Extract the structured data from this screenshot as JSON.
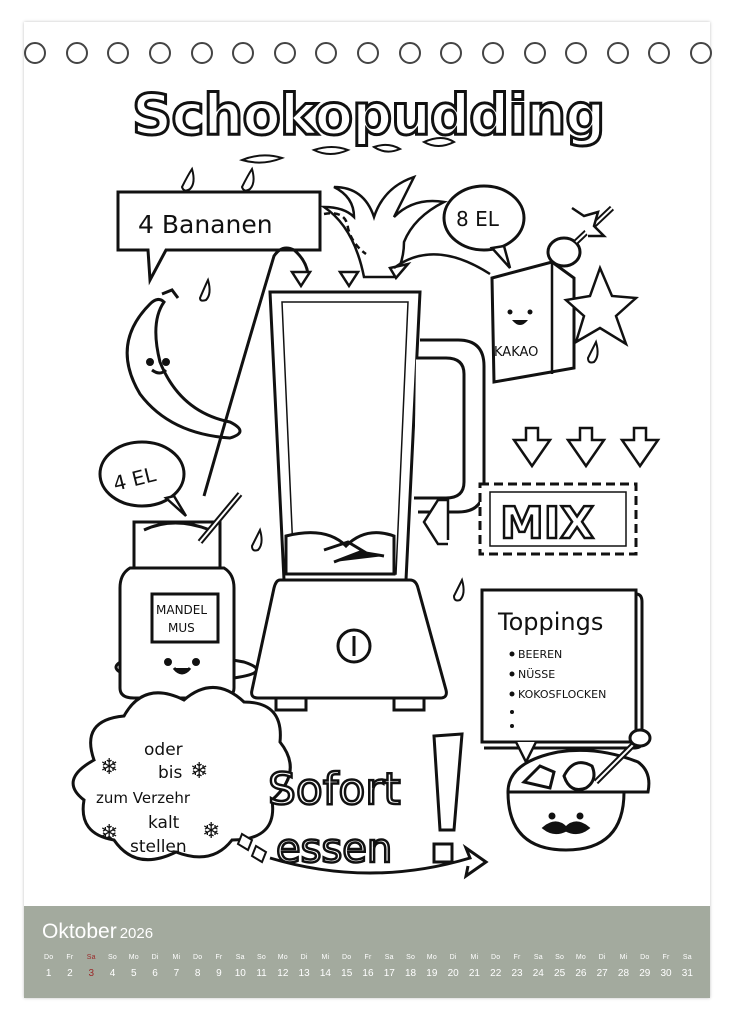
{
  "rings_count": 17,
  "illustration": {
    "title": "Schokopudding",
    "banana_bubble": "4 Bananen",
    "cocoa_bubble": "8 EL",
    "cocoa_box": "KAKAO",
    "almond_bubble": "4 EL",
    "almond_jar": [
      "MANDEL",
      "MUS"
    ],
    "mix": "MIX",
    "toppings_title": "Toppings",
    "toppings": [
      "BEEREN",
      "NÜSSE",
      "KOKOSFLOCKEN"
    ],
    "cloud": [
      "oder",
      "bis",
      "zum Verzehr",
      "kalt",
      "stellen"
    ],
    "eat_now": [
      "Sofort",
      "essen"
    ]
  },
  "calendar": {
    "month": "Oktober",
    "year": "2026",
    "days": [
      {
        "dn": "Do",
        "d": "1"
      },
      {
        "dn": "Fr",
        "d": "2"
      },
      {
        "dn": "Sa",
        "d": "3",
        "holiday": true
      },
      {
        "dn": "So",
        "d": "4"
      },
      {
        "dn": "Mo",
        "d": "5"
      },
      {
        "dn": "Di",
        "d": "6"
      },
      {
        "dn": "Mi",
        "d": "7"
      },
      {
        "dn": "Do",
        "d": "8"
      },
      {
        "dn": "Fr",
        "d": "9"
      },
      {
        "dn": "Sa",
        "d": "10"
      },
      {
        "dn": "So",
        "d": "11"
      },
      {
        "dn": "Mo",
        "d": "12"
      },
      {
        "dn": "Di",
        "d": "13"
      },
      {
        "dn": "Mi",
        "d": "14"
      },
      {
        "dn": "Do",
        "d": "15"
      },
      {
        "dn": "Fr",
        "d": "16"
      },
      {
        "dn": "Sa",
        "d": "17"
      },
      {
        "dn": "So",
        "d": "18"
      },
      {
        "dn": "Mo",
        "d": "19"
      },
      {
        "dn": "Di",
        "d": "20"
      },
      {
        "dn": "Mi",
        "d": "21"
      },
      {
        "dn": "Do",
        "d": "22"
      },
      {
        "dn": "Fr",
        "d": "23"
      },
      {
        "dn": "Sa",
        "d": "24"
      },
      {
        "dn": "So",
        "d": "25"
      },
      {
        "dn": "Mo",
        "d": "26"
      },
      {
        "dn": "Di",
        "d": "27"
      },
      {
        "dn": "Mi",
        "d": "28"
      },
      {
        "dn": "Do",
        "d": "29"
      },
      {
        "dn": "Fr",
        "d": "30"
      },
      {
        "dn": "Sa",
        "d": "31"
      }
    ]
  },
  "colors": {
    "footer": "#a3aa9e",
    "holiday": "#9b2a2a",
    "ink": "#111111"
  }
}
